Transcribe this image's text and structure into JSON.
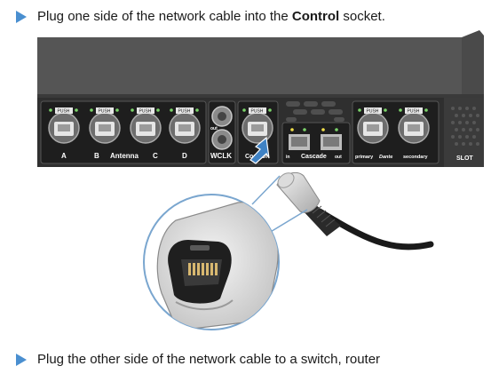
{
  "steps": [
    {
      "before": "Plug one side of the network cable into the ",
      "bold": "Control",
      "after": " socket."
    },
    {
      "text": "Plug the other side of the network cable to a switch, router"
    }
  ],
  "panel": {
    "push": "PUSH",
    "ports": [
      "A",
      "B",
      "Antenna",
      "C",
      "D"
    ],
    "wclk": "WCLK",
    "bnc_out": "out",
    "control": "Control",
    "cascade_in": "in",
    "cascade": "Cascade",
    "cascade_out": "out",
    "primary": "primary",
    "dante": "Dante",
    "secondary": "secondary",
    "slot": "SLOT"
  },
  "colors": {
    "bullet": "#4a8fd0",
    "arrow": "#3f82c4",
    "led": "#7bd36a",
    "led_yellow": "#f2e04a"
  }
}
